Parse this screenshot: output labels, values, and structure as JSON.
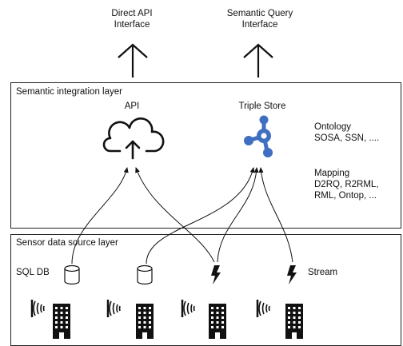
{
  "interfaces": {
    "direct_api": {
      "line1": "Direct API",
      "line2": "Interface"
    },
    "semantic_query": {
      "line1": "Semantic Query",
      "line2": "Interface"
    }
  },
  "semantic_layer": {
    "title": "Semantic integration layer",
    "api_label": "API",
    "triple_store_label": "Triple Store",
    "ontology": {
      "line1": "Ontology",
      "line2": "SOSA, SSN, ...."
    },
    "mapping": {
      "line1": "Mapping",
      "line2": "D2RQ, R2RML,",
      "line3": "RML, Ontop, ..."
    }
  },
  "sensor_layer": {
    "title": "Sensor data source layer",
    "sql_db_label": "SQL DB",
    "stream_label": "Stream"
  },
  "colors": {
    "triple_store_blue": "#3f6fc0",
    "stroke": "#111111"
  },
  "icons": [
    "arrow-up-icon",
    "cloud-upload-icon",
    "triple-store-graph-icon",
    "database-icon",
    "lightning-bolt-icon",
    "sensor-signal-icon",
    "building-icon"
  ]
}
